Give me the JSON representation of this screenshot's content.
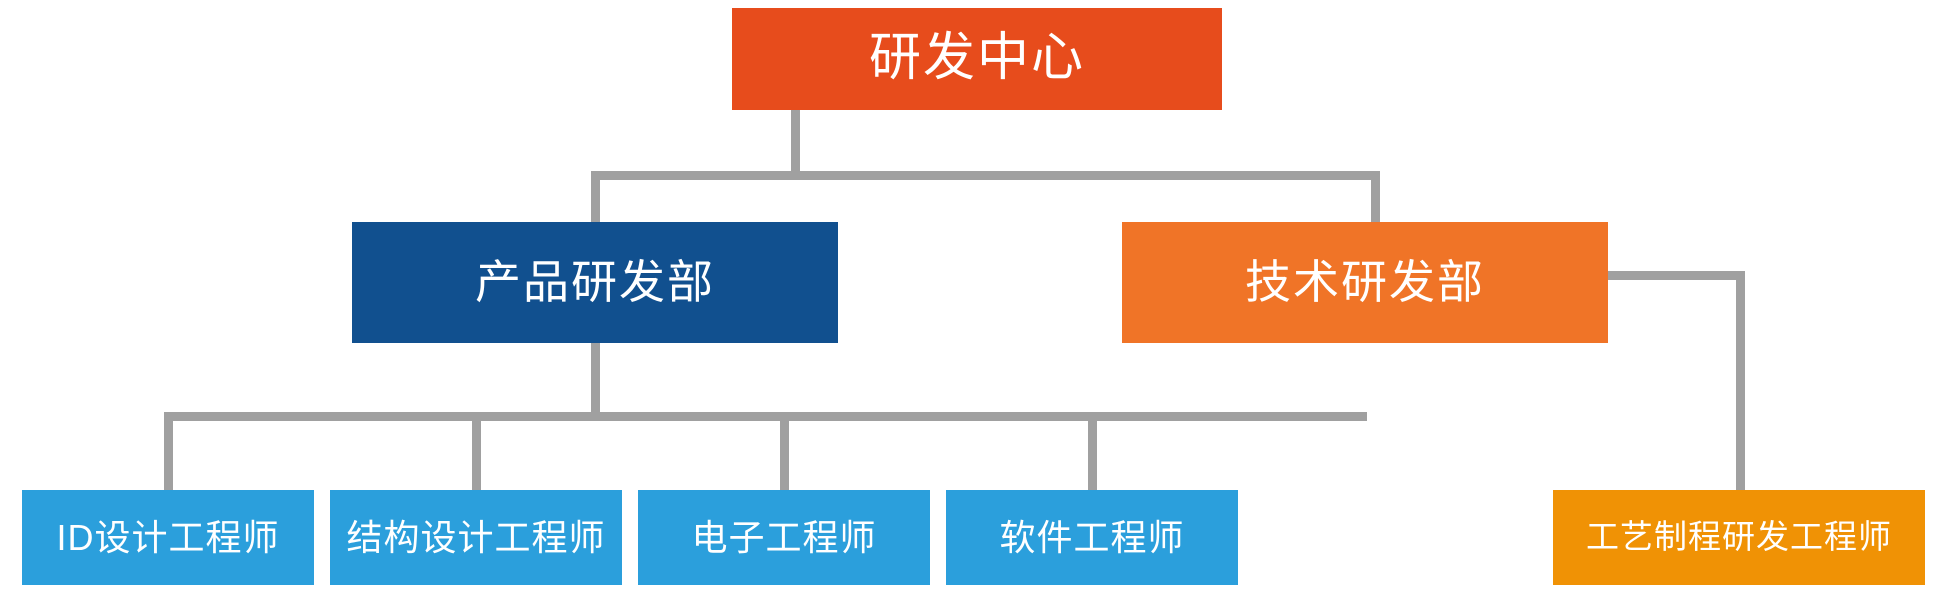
{
  "diagram": {
    "title_text": "研发中心",
    "type": "org-chart",
    "background_color": "#FFFFFF",
    "connector_color": "#A0A0A0"
  },
  "nodes": {
    "root": {
      "label": "研发中心",
      "color": "#E74C1C",
      "text_color": "#FFFFFF",
      "level": 1
    },
    "departments": [
      {
        "label": "产品研发部",
        "color": "#11508F",
        "text_color": "#FFFFFF",
        "level": 2
      },
      {
        "label": "技术研发部",
        "color": "#F07427",
        "text_color": "#FFFFFF",
        "level": 2
      }
    ],
    "roles": [
      {
        "label": "ID设计工程师",
        "color": "#2B9FDC",
        "text_color": "#FFFFFF",
        "parent": "产品研发部",
        "level": 3
      },
      {
        "label": "结构设计工程师",
        "color": "#2B9FDC",
        "text_color": "#FFFFFF",
        "parent": "产品研发部",
        "level": 3
      },
      {
        "label": "电子工程师",
        "color": "#2B9FDC",
        "text_color": "#FFFFFF",
        "parent": "产品研发部",
        "level": 3
      },
      {
        "label": "软件工程师",
        "color": "#2B9FDC",
        "text_color": "#FFFFFF",
        "parent": "产品研发部",
        "level": 3
      },
      {
        "label": "工艺制程研发工程师",
        "color": "#F09205",
        "text_color": "#FFFFFF",
        "parent": "技术研发部",
        "level": 3
      }
    ]
  }
}
